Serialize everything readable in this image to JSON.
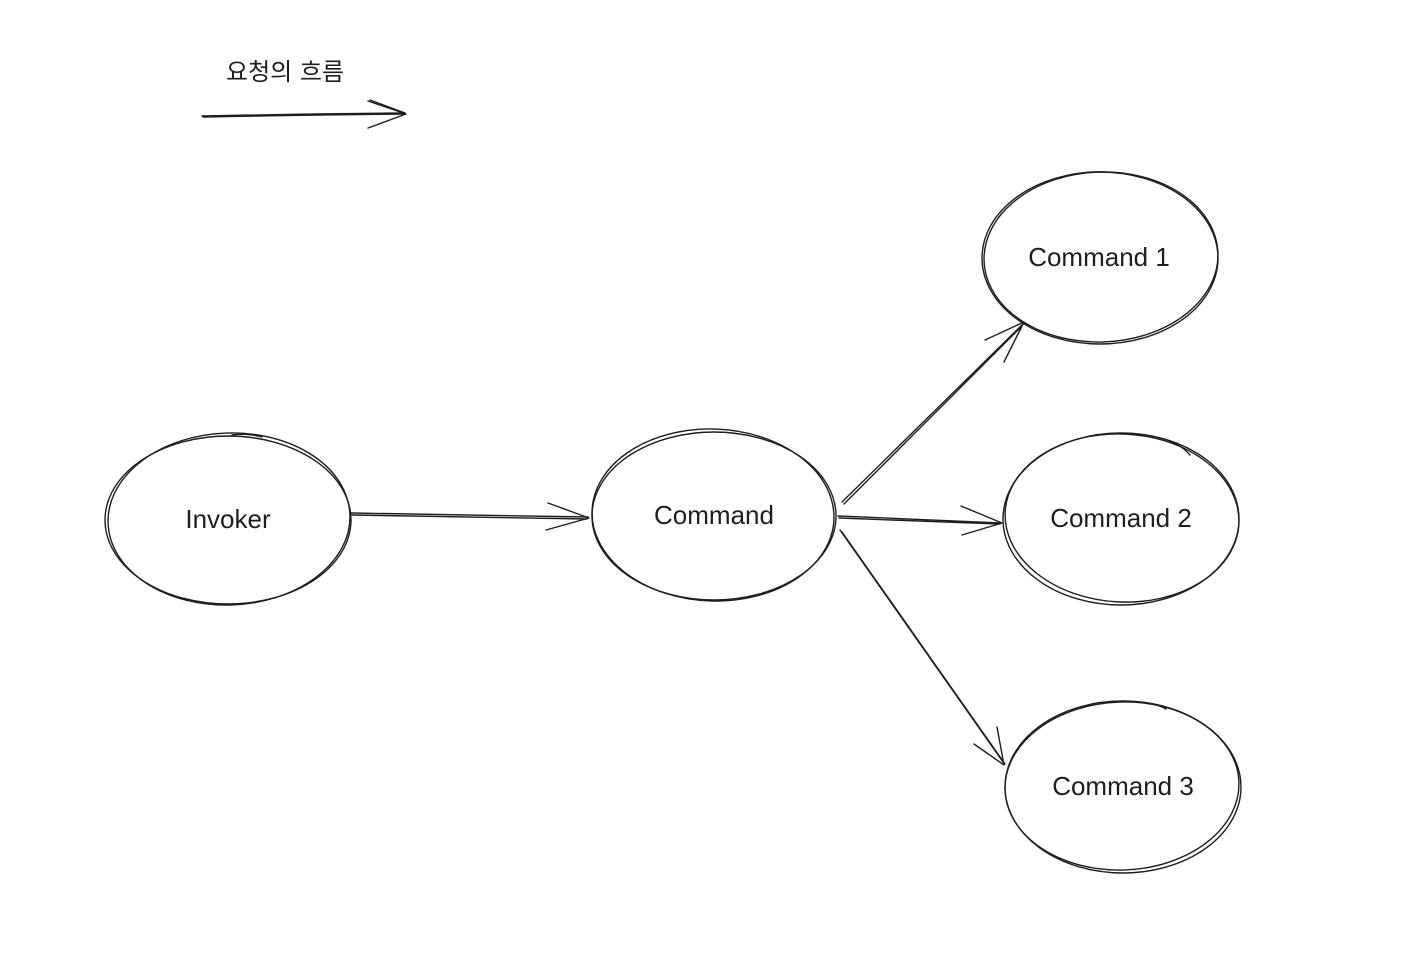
{
  "legend": {
    "label": "요청의 흐름"
  },
  "nodes": {
    "invoker": {
      "label": "Invoker"
    },
    "command": {
      "label": "Command"
    },
    "command_1": {
      "label": "Command 1"
    },
    "command_2": {
      "label": "Command 2"
    },
    "command_3": {
      "label": "Command 3"
    }
  },
  "edges": [
    {
      "from": "invoker",
      "to": "command"
    },
    {
      "from": "command",
      "to": "command_1"
    },
    {
      "from": "command",
      "to": "command_2"
    },
    {
      "from": "command",
      "to": "command_3"
    }
  ],
  "colors": {
    "stroke": "#1e1e1e",
    "background": "#ffffff"
  }
}
